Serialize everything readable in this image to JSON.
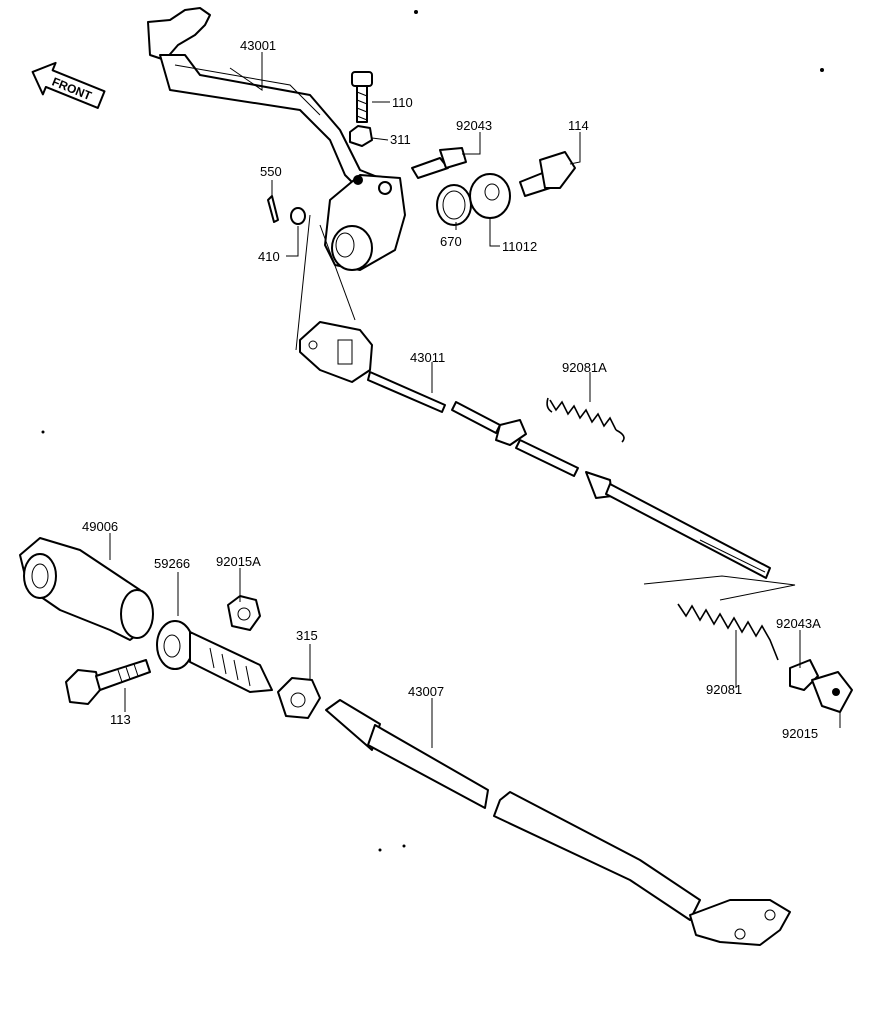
{
  "front_label": "FRONT",
  "part_labels": {
    "p43001": "43001",
    "p110": "110",
    "p311": "311",
    "p92043": "92043",
    "p114": "114",
    "p550": "550",
    "p410": "410",
    "p670": "670",
    "p11012": "11012",
    "p43011": "43011",
    "p92081A": "92081A",
    "p49006": "49006",
    "p59266": "59266",
    "p92015A": "92015A",
    "p315": "315",
    "p43007": "43007",
    "p113": "113",
    "p92043A": "92043A",
    "p92081": "92081",
    "p92015": "92015"
  }
}
